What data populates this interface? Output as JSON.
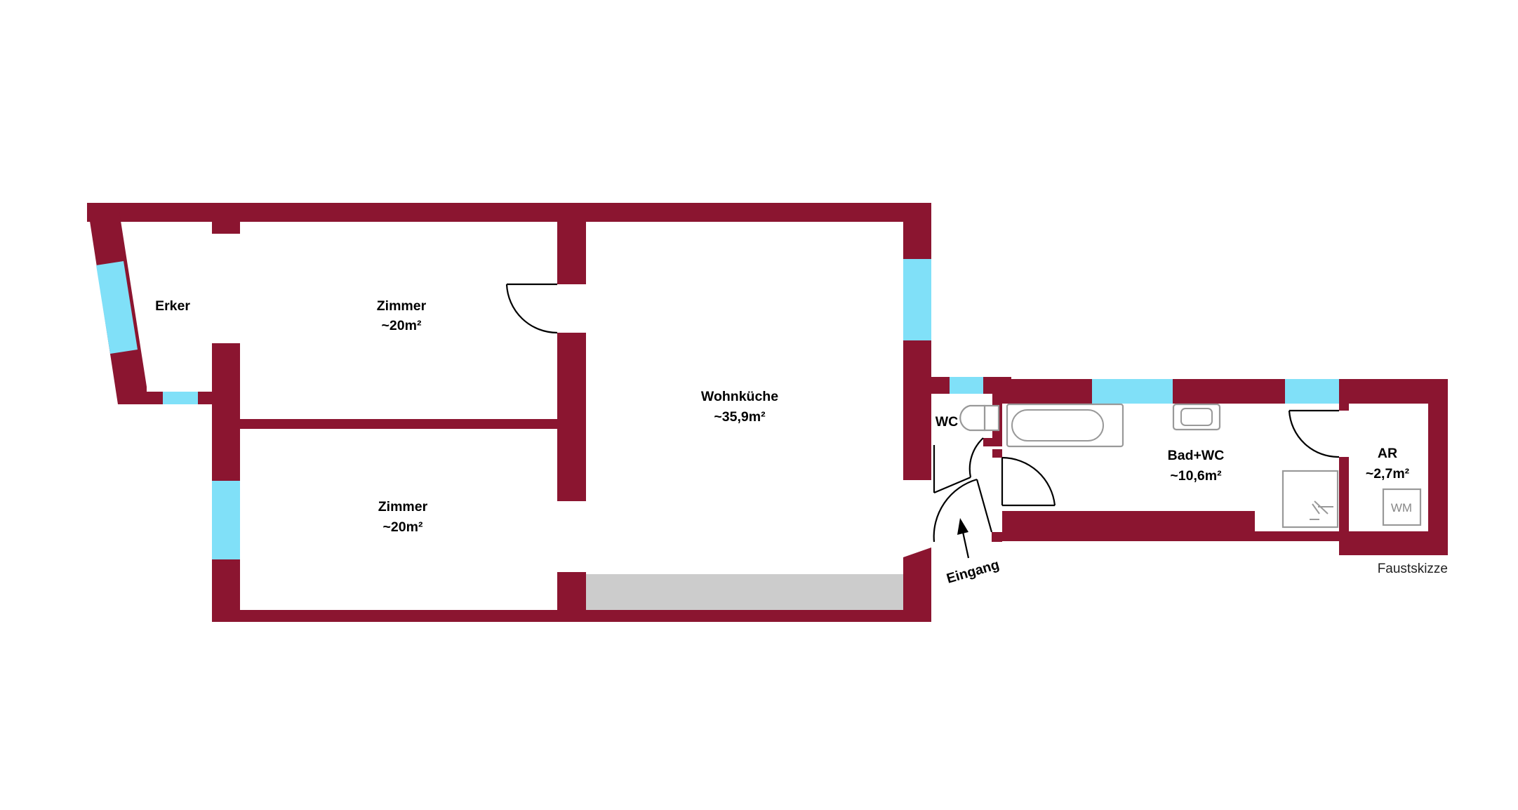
{
  "rooms": {
    "erker": {
      "name": "Erker"
    },
    "zimmer_top": {
      "name": "Zimmer",
      "area": "~20m²"
    },
    "zimmer_bottom": {
      "name": "Zimmer",
      "area": "~20m²"
    },
    "wohnkueche": {
      "name": "Wohnküche",
      "area": "~35,9m²"
    },
    "wc": {
      "name": "WC"
    },
    "bad": {
      "name": "Bad+WC",
      "area": "~10,6m²"
    },
    "ar": {
      "name": "AR",
      "area": "~2,7m²"
    }
  },
  "entrance_label": "Eingang",
  "fixtures": {
    "washer_label": "WM"
  },
  "note": "Faustskizze",
  "colors": {
    "wall": "#8b1530",
    "window": "#80e0f8",
    "counter": "#cccccc"
  }
}
